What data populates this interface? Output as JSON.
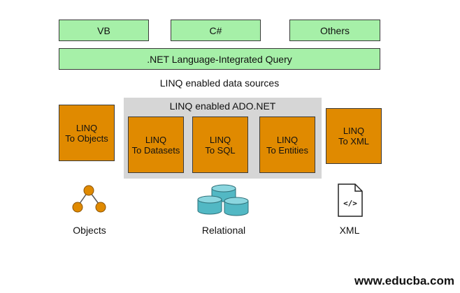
{
  "languages": [
    {
      "label": "VB"
    },
    {
      "label": "C#"
    },
    {
      "label": "Others"
    }
  ],
  "linq_query": {
    "label": ".NET Language-Integrated Query"
  },
  "data_sources_caption": "LINQ enabled data sources",
  "ado_panel": {
    "title": "LINQ enabled ADO.NET"
  },
  "providers": {
    "objects": {
      "line1": "LINQ",
      "line2": "To Objects"
    },
    "datasets": {
      "line1": "LINQ",
      "line2": "To Datasets"
    },
    "sql": {
      "line1": "LINQ",
      "line2": "To SQL"
    },
    "entities": {
      "line1": "LINQ",
      "line2": "To Entities"
    },
    "xml": {
      "line1": "LINQ",
      "line2": "To XML"
    }
  },
  "icons": {
    "objects": {
      "name": "object-graph-icon",
      "label": "Objects"
    },
    "relational": {
      "name": "database-icon",
      "label": "Relational"
    },
    "xml": {
      "name": "xml-file-icon",
      "glyph": "</>",
      "label": "XML"
    }
  },
  "watermark": "www.educba.com",
  "colors": {
    "green_box": "#a6f0a8",
    "orange_box": "#e08a00",
    "ado_panel": "#d6d6d6",
    "icon_orange": "#e08a00",
    "icon_teal": "#52b8c4"
  }
}
